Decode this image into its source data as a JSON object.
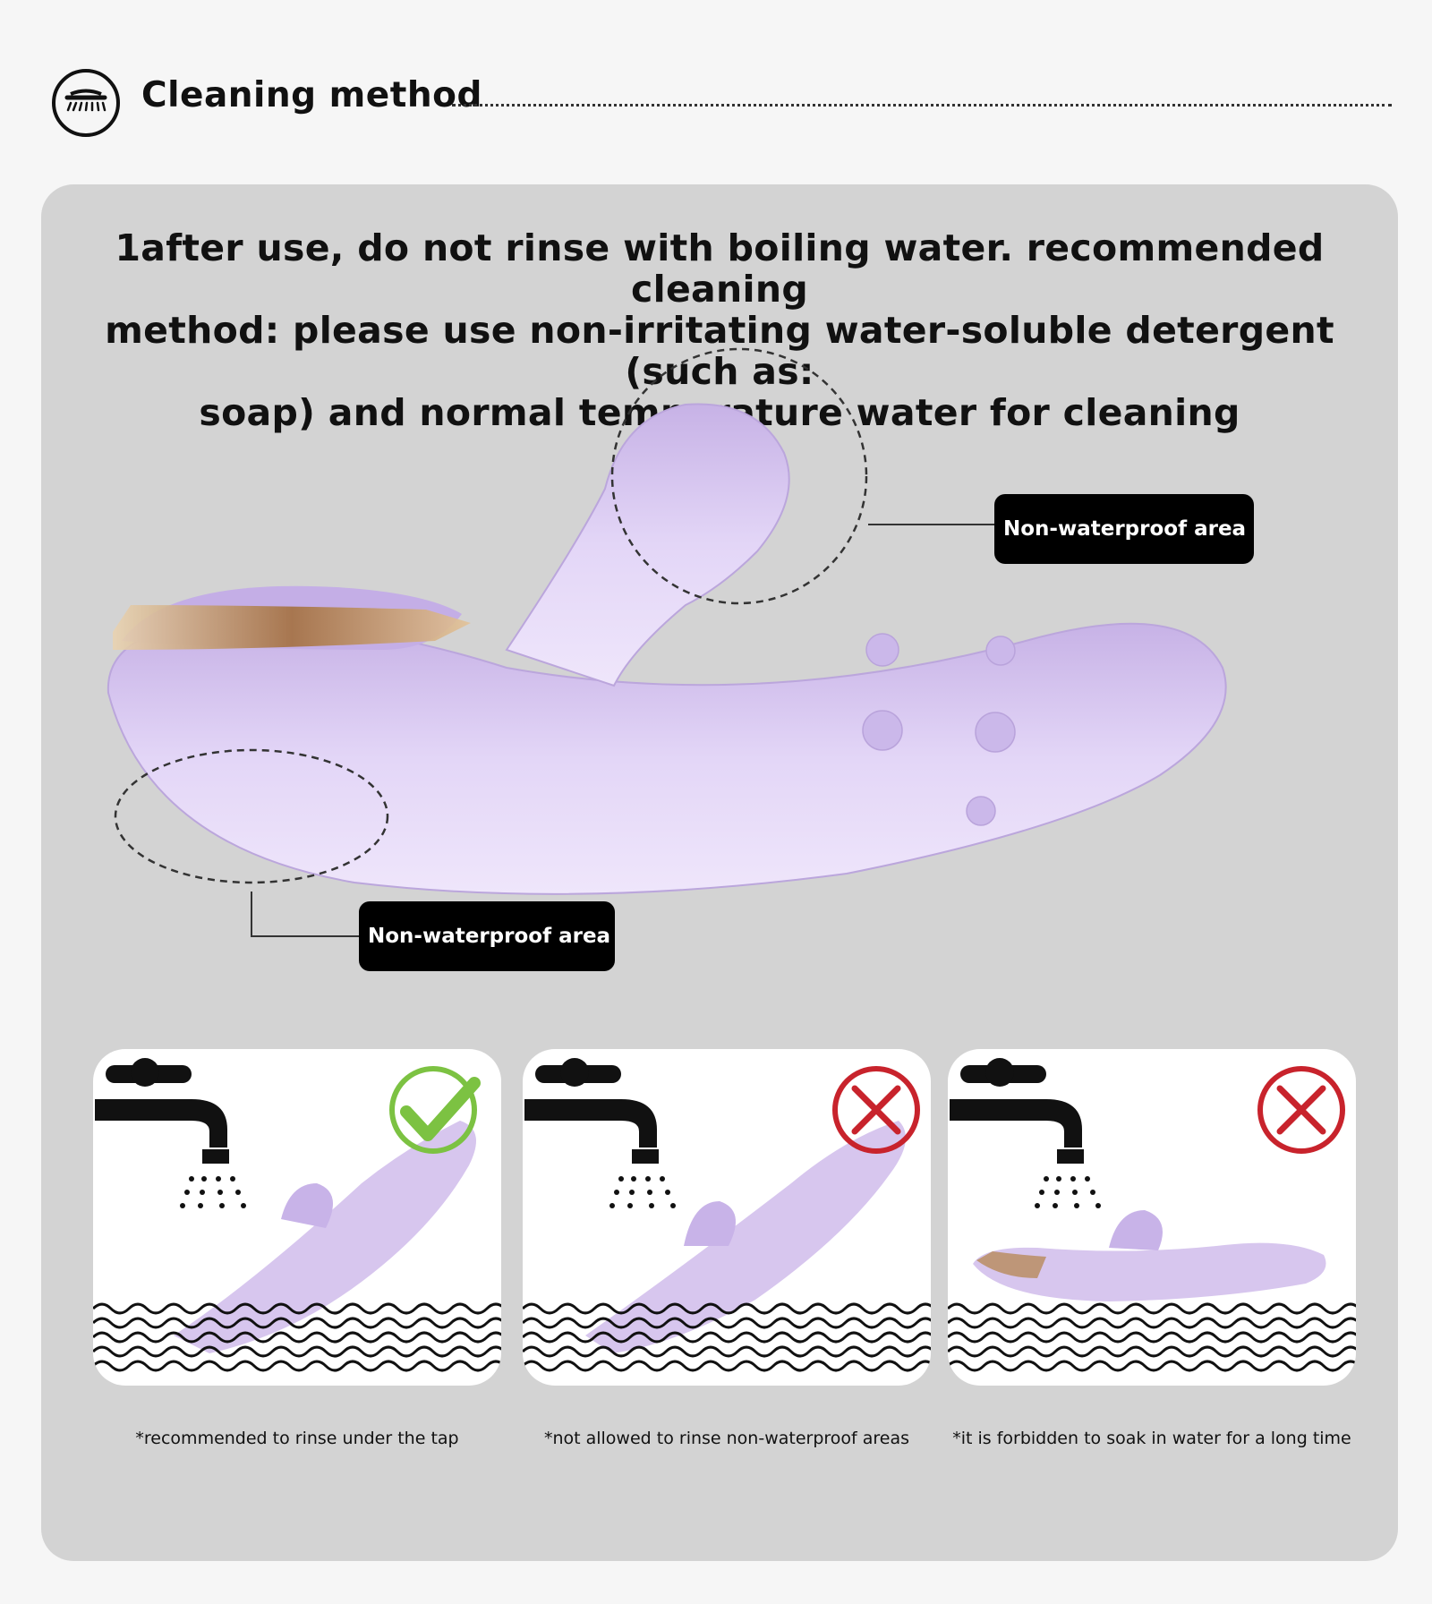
{
  "header": {
    "title": "Cleaning method",
    "icon": "shower-icon"
  },
  "instruction": {
    "lines": [
      "1after use, do not rinse with boiling water. recommended cleaning",
      "method: please use non-irritating water-soluble detergent (such as:",
      "soap) and normal temperature water for cleaning"
    ]
  },
  "callouts": {
    "top": "Non-waterproof area",
    "bottom": "Non-waterproof area"
  },
  "cards": [
    {
      "icon": "check-icon",
      "status": "allowed",
      "caption": "*recommended to rinse under the tap"
    },
    {
      "icon": "x-icon",
      "status": "not-allowed",
      "caption": "*not allowed to rinse non-waterproof areas"
    },
    {
      "icon": "x-icon",
      "status": "forbidden",
      "caption": "*it is forbidden to soak in water for a long time"
    }
  ],
  "colors": {
    "panel": "#d3d3d3",
    "product": "#d7c6ee",
    "product_shadow": "#b9a3db",
    "accent_gold": "#b88a5a",
    "check_green": "#7cc242",
    "x_red": "#c8232c",
    "callout_bg": "#000000"
  }
}
